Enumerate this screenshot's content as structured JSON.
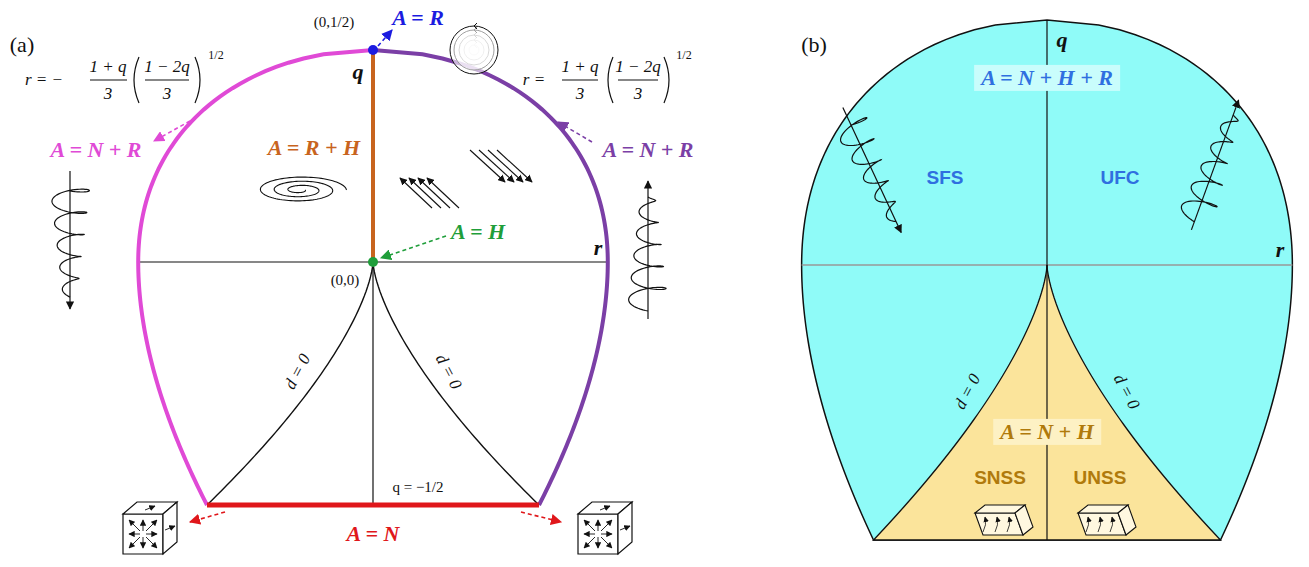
{
  "diagram": {
    "nodes": [
      {
        "text": [
          "A = N + H + R",
          "SFS",
          "UFC"
        ]
      },
      {
        "text": [
          "A = N + H",
          "SNSS",
          "UNSS"
        ]
      }
    ],
    "labels": [
      "(a)",
      "(0,1/2)",
      "A = R",
      "q",
      "r = −",
      "1 + q",
      "3",
      "1 − 2q",
      "3",
      "1/2",
      "r =",
      "1 + q",
      "3",
      "1 − 2q",
      "3",
      "1/2",
      "A = N + R",
      "A = R + H",
      "A = N + R",
      "A = H",
      "(0,0)",
      "r",
      "d = 0",
      "d = 0",
      "q = −1/2",
      "A = N",
      "(b)",
      "q",
      "r",
      "d = 0",
      "d = 0"
    ]
  }
}
